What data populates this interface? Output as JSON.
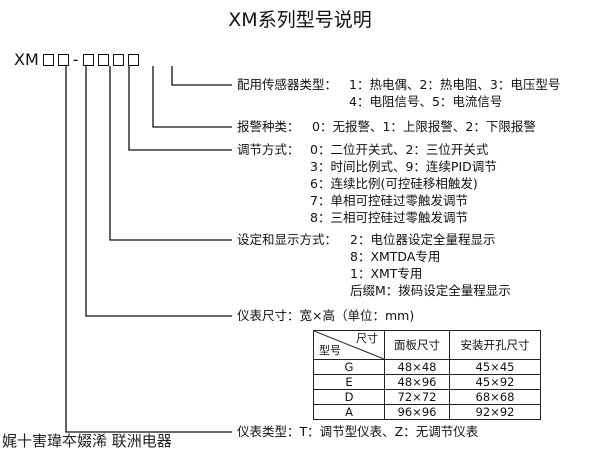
{
  "title": "XM系列型号说明",
  "code": {
    "prefix": "XM",
    "separator": "-"
  },
  "sensor": {
    "label": "配用传感器类型：",
    "line1": "1：热电偶、2：热电阻、3：电压型号",
    "line2": "4：电阻信号、5：电流信号"
  },
  "alarm": {
    "label": "报警种类：",
    "line1": "0：无报警、1：上限报警、2：下限报警"
  },
  "control": {
    "label": "调节方式：",
    "lines": [
      "0：二位开关式、2：三位开关式",
      "3：时间比例式、9：连续PID调节",
      "6：连续比例(可控硅移相触发)",
      "7：单相可控硅过零触发调节",
      "8：三相可控硅过零触发调节"
    ]
  },
  "setting": {
    "label": "设定和显示方式：",
    "lines": [
      "2：电位器设定全量程显示",
      "8：XMTDA专用",
      "1：XMT专用",
      "后缀M：拨码设定全量程显示"
    ]
  },
  "size": {
    "label": "仪表尺寸：宽×高（单位：mm)",
    "table": {
      "corner_top": "尺寸",
      "corner_bottom": "型号",
      "headers": [
        "面板尺寸",
        "安装开孔尺寸"
      ],
      "rows": [
        [
          "G",
          "48×48",
          "45×45"
        ],
        [
          "E",
          "48×96",
          "45×92"
        ],
        [
          "D",
          "72×72",
          "68×68"
        ],
        [
          "A",
          "96×96",
          "92×92"
        ]
      ]
    }
  },
  "type": {
    "label": "仪表类型：T：调节型仪表、Z：无调节仪表"
  },
  "watermark": "娓十害瑋夲娺浠 联洲电器"
}
